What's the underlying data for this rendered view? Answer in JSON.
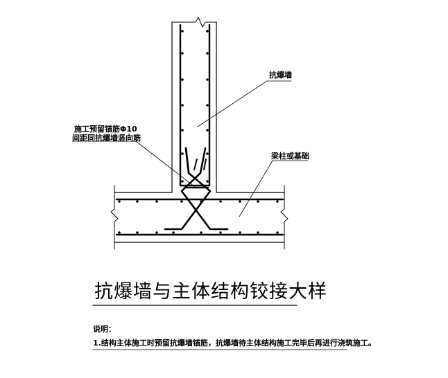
{
  "labels": {
    "blast_wall": "抗爆墙",
    "anchor_line1": "施工预留锚筋Φ10",
    "anchor_line2": "间距同抗爆墙竖向筋",
    "beam_column": "梁柱或基础"
  },
  "title": "抗爆墙与主体结构铰接大样",
  "notes": {
    "heading": "说明：",
    "item1": "1.结构主体施工时预留抗爆墙锚筋，抗爆墙待主体结构施工完毕后再进行浇筑施工。"
  }
}
